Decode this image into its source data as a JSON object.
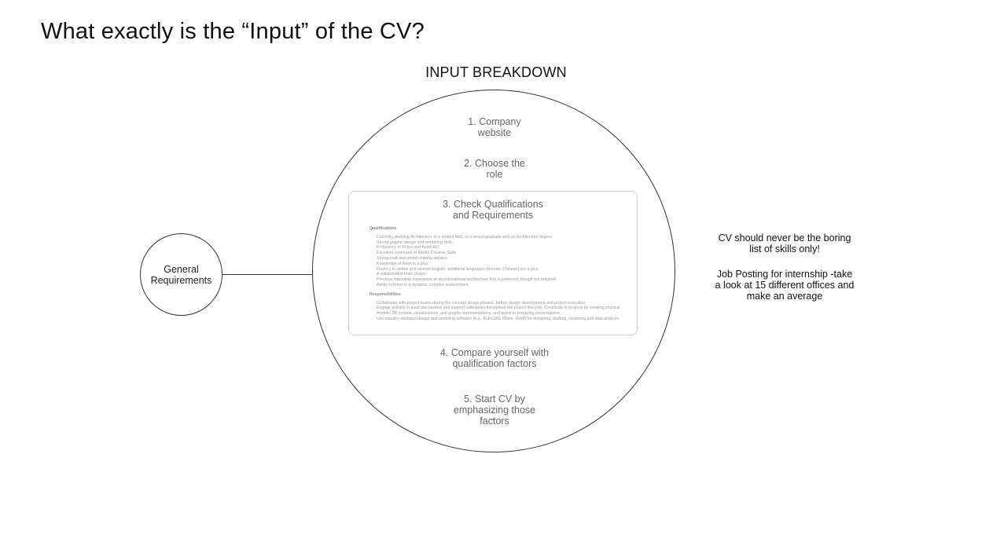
{
  "slide": {
    "title": "What exactly is the “Input” of the CV?"
  },
  "diagram": {
    "title": "INPUT BREAKDOWN",
    "general_node": "General\nRequirements",
    "steps": [
      "1. Company\nwebsite",
      "2. Choose the\nrole",
      "3. Check Qualifications\nand Requirements",
      "4. Compare yourself with\nqualification factors",
      "5. Start CV by\nemphasizing those\nfactors"
    ],
    "job_card": {
      "qualifications_heading": "Qualifications",
      "qualifications": [
        "Currently studying Architecture or a related field, or a recent graduate with an Architecture degree.",
        "Strong graphic design and rendering skills.",
        "Proficiency in Rhino and AutoCAD.",
        "Excellent command of Adobe Creative Suite.",
        "Strong craft and model-making abilities.",
        "Knowledge of Revit is a plus.",
        "Fluency in written and spoken English; additional languages (Korean, Chinese) are a plus.",
        "A collaborative team player.",
        "Previous internship experience at an international architecture firm is preferred, though not required.",
        "Ability to thrive in a dynamic, complex environment."
      ],
      "responsibilities_heading": "Responsibilities",
      "responsibilities": [
        "Collaborate with project teams during the concept design phases, further design development and project execution.",
        "Engage actively in team discussions and support colleagues throughout the project lifecycle. Contribute to projects by creating physical models, 3D models, visualizations, and graphic representations, and assist in preparing presentations.",
        "Use industry-standard design and modeling software (e.g., AutoCAD, Rhino, Revit) for designing, drafting, rendering and data analysis."
      ]
    }
  },
  "notes": [
    "CV should never be the boring\nlist of skills only!",
    "Job Posting for internship -take\na look at 15 different offices and\nmake an average"
  ]
}
